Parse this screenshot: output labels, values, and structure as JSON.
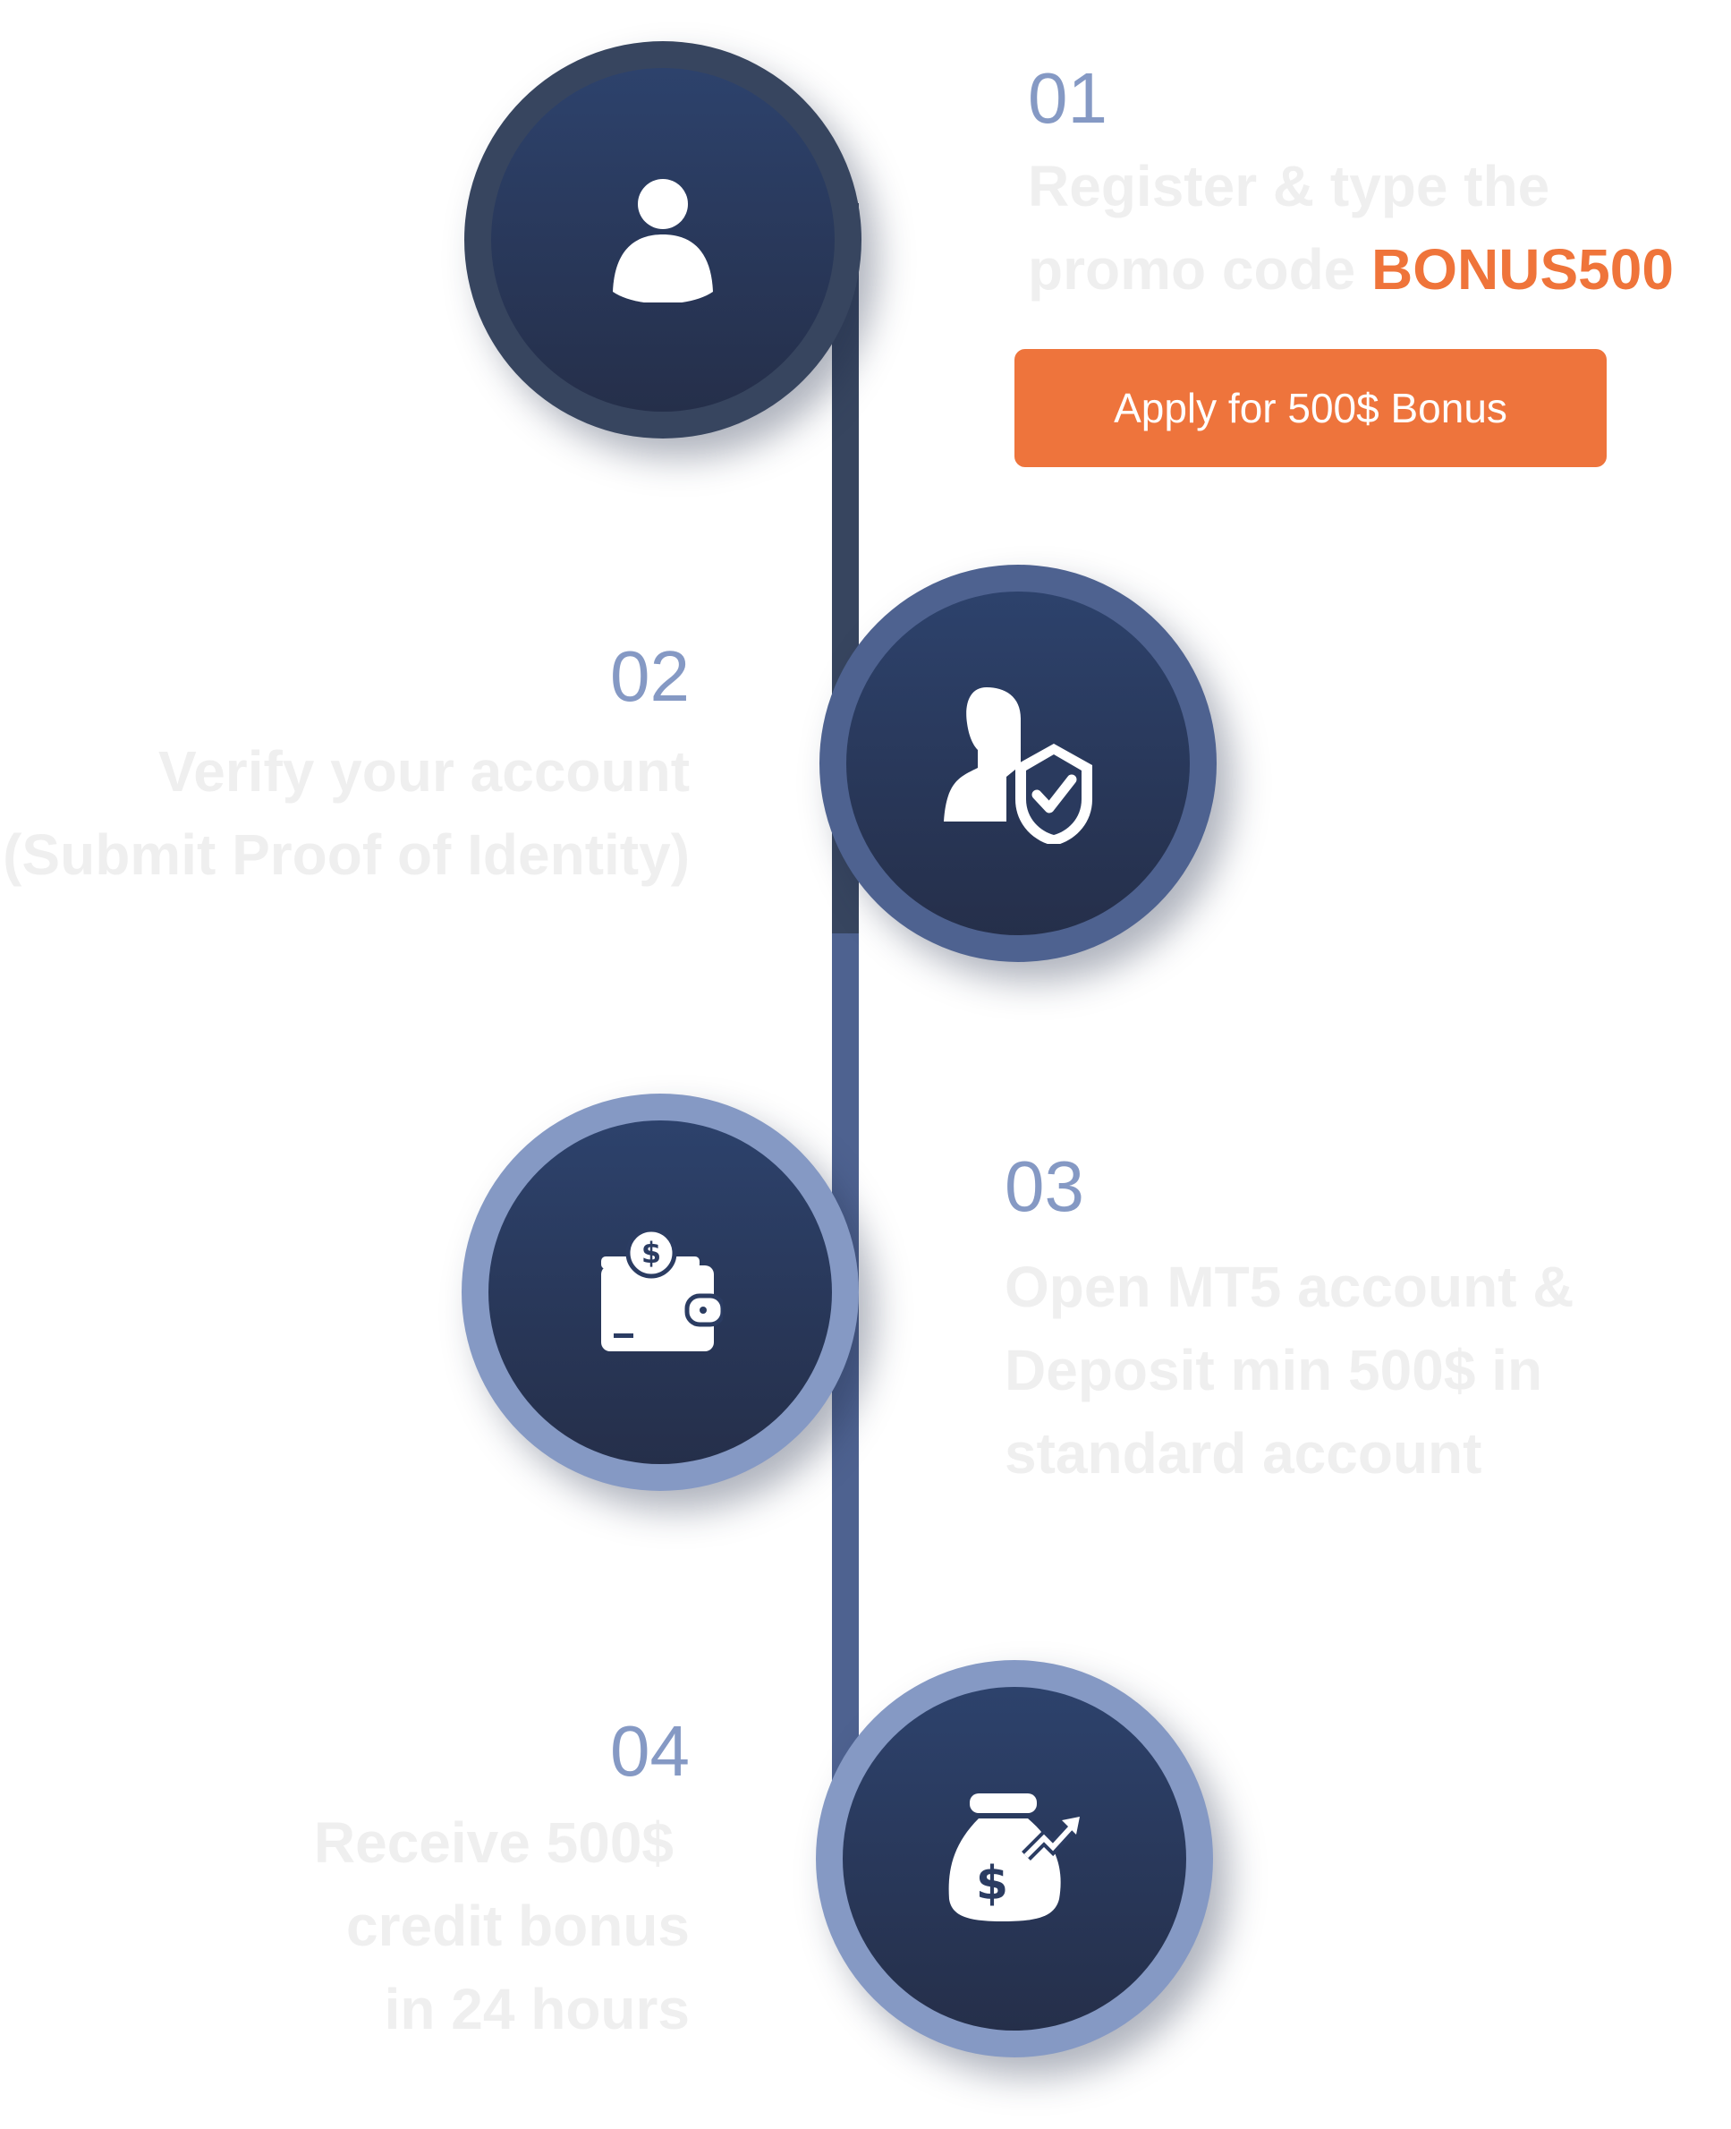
{
  "steps": [
    {
      "number": "01",
      "lines": [
        "Register & type the",
        "promo code "
      ],
      "promo_code": "BONUS500",
      "button_label": "Apply for 500$ Bonus",
      "icon": "user-icon"
    },
    {
      "number": "02",
      "lines": [
        "Verify your account",
        "(Submit Proof of Identity)"
      ],
      "icon": "verified-user-shield-icon"
    },
    {
      "number": "03",
      "lines": [
        "Open MT5 account &",
        "Deposit min 500$ in",
        "standard account"
      ],
      "icon": "wallet-icon"
    },
    {
      "number": "04",
      "lines": [
        "Receive 500$",
        "credit bonus",
        "in 24 hours"
      ],
      "icon": "money-bag-growth-icon"
    }
  ],
  "colors": {
    "accent": "#ee743c",
    "number": "#8599c4",
    "ring1": "#37455f",
    "ring2": "#4e6290",
    "ring3": "#8599c4"
  }
}
